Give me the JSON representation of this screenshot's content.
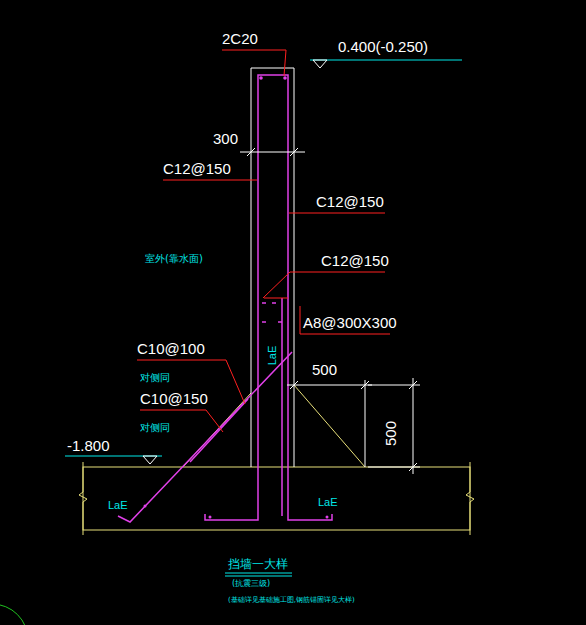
{
  "diagram": {
    "title": "挡墙一大样",
    "labels": [
      "2C20",
      "0.400(-0.250)",
      "300",
      "C12@150",
      "C12@150",
      "C12@150",
      "室外(靠水面)",
      "A8@300X300",
      "LaE",
      "500",
      "C10@100",
      "对侧同",
      "C10@150",
      "对侧同",
      "-1.800",
      "500",
      "LaE",
      "LaE",
      "(抗震三级)",
      "(基础详见基础施工图,钢筋锚固详见大样)"
    ]
  }
}
